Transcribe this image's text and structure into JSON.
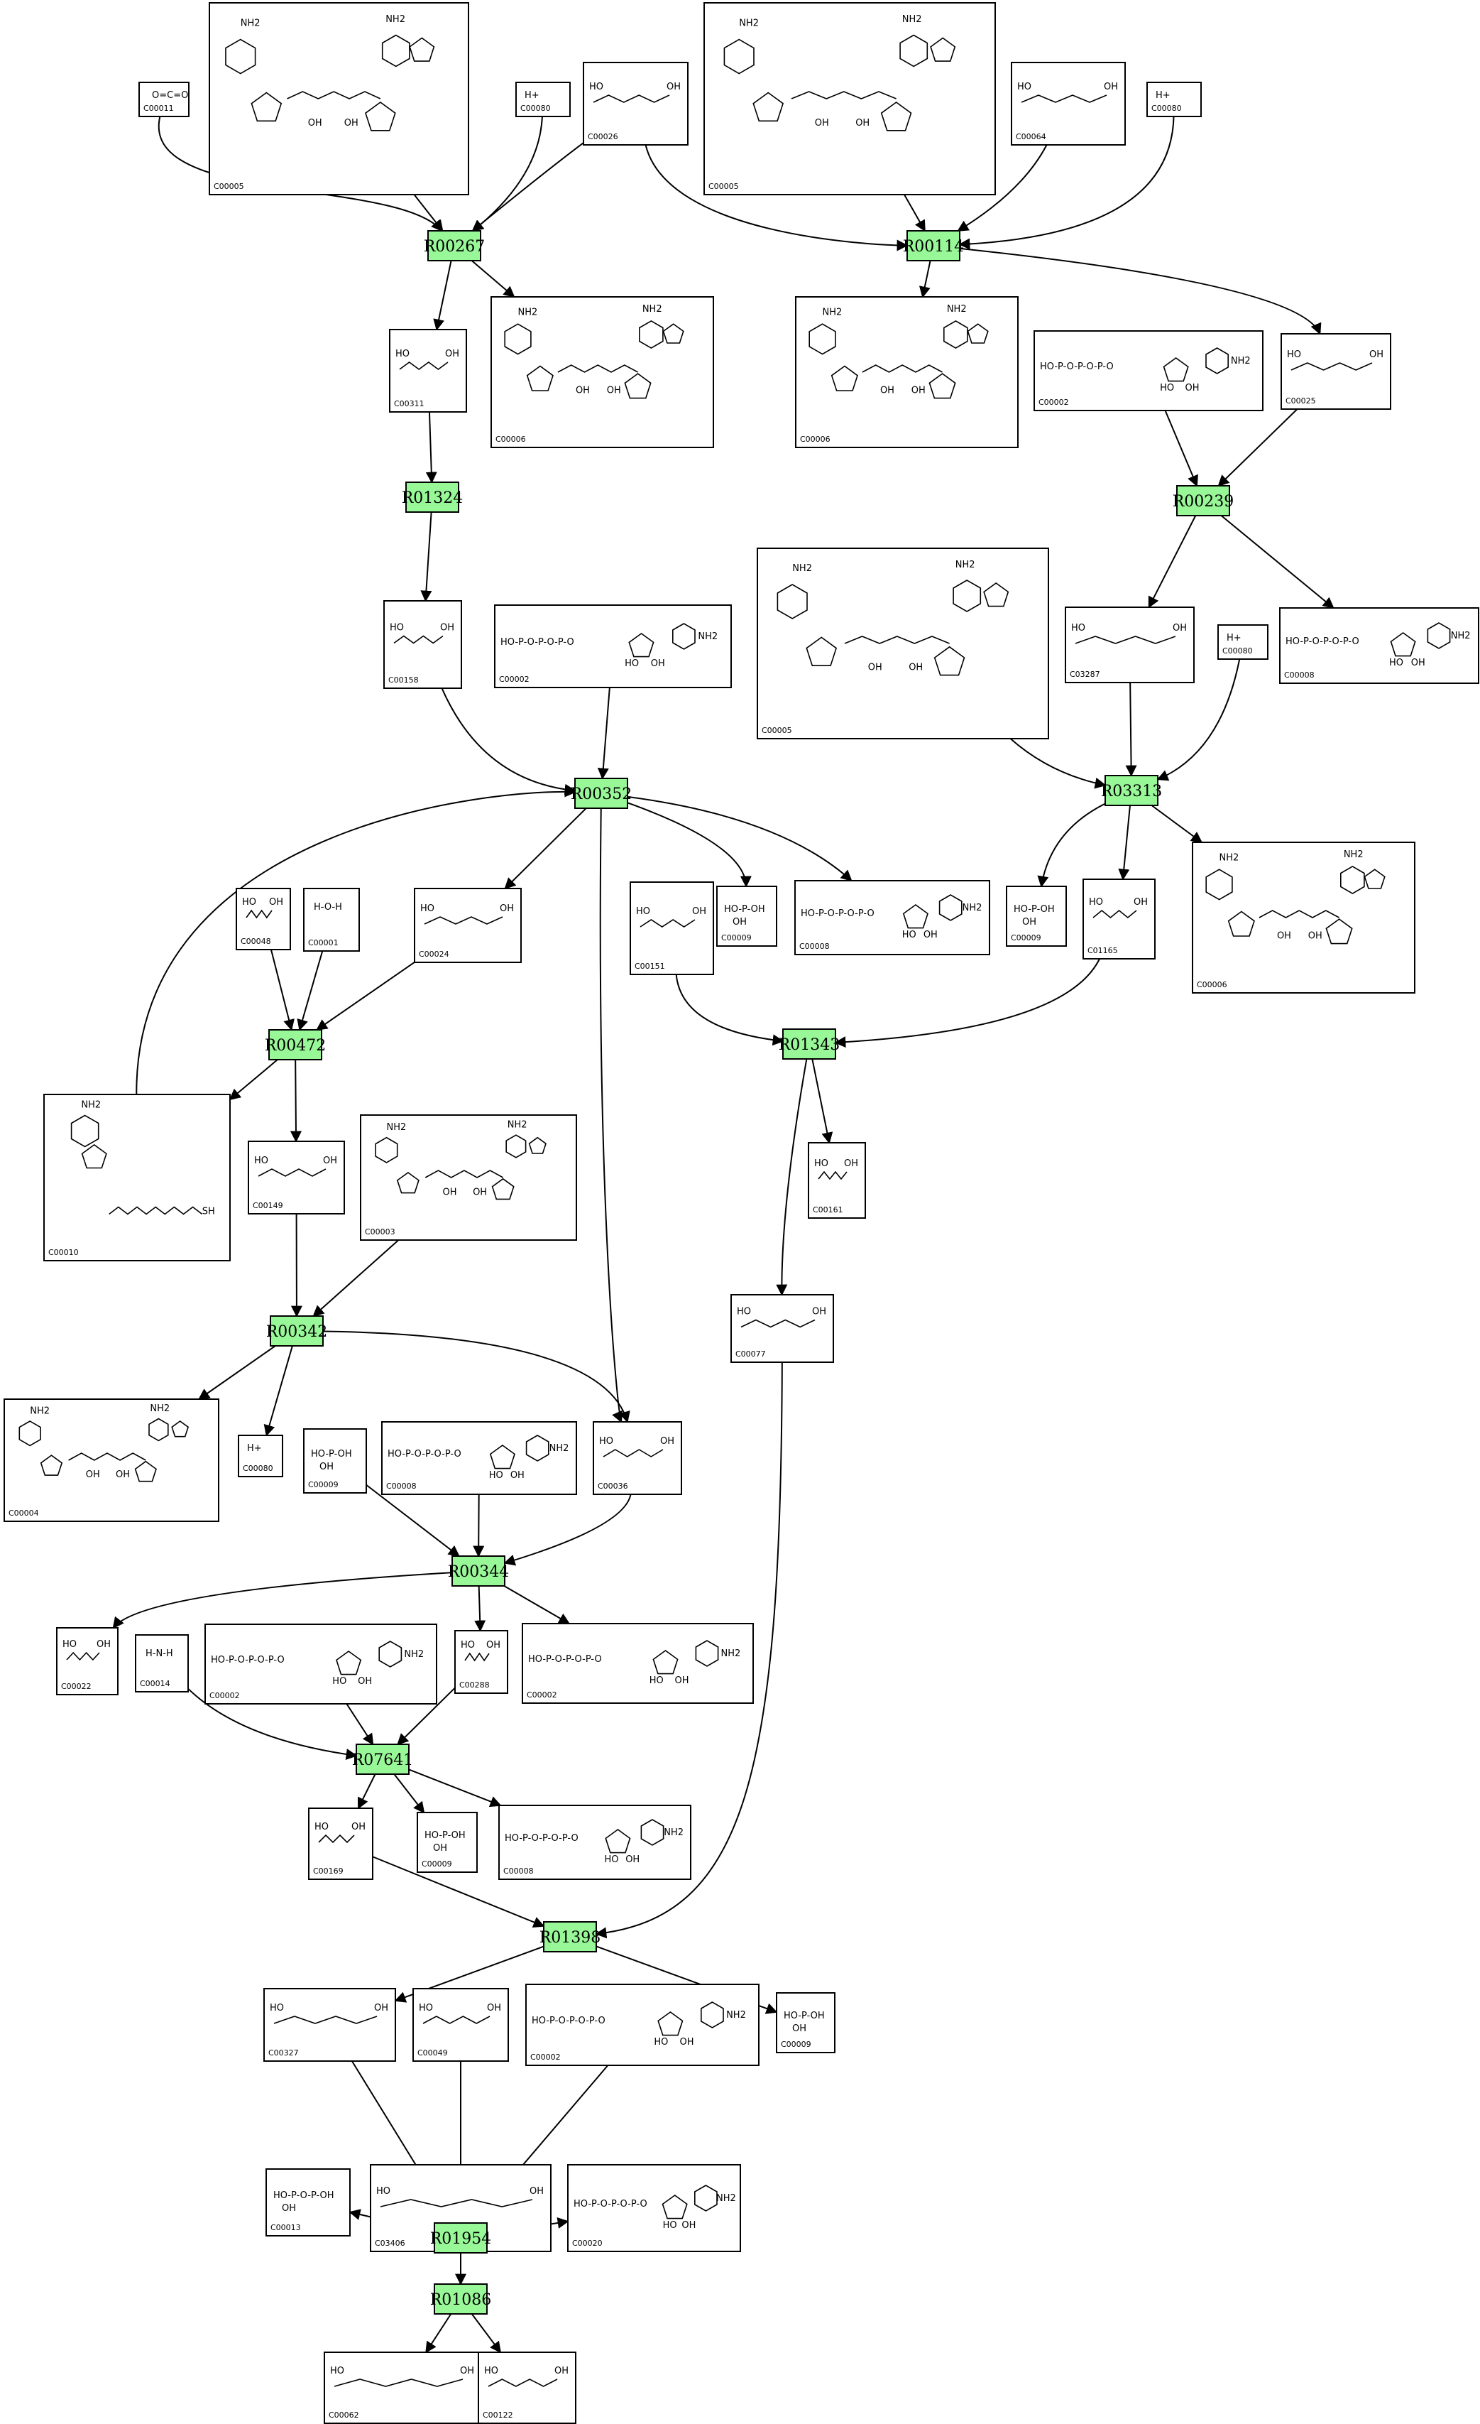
{
  "reactions": [
    {
      "id": "R00267"
    },
    {
      "id": "R00114"
    },
    {
      "id": "R01324"
    },
    {
      "id": "R00239"
    },
    {
      "id": "R00352"
    },
    {
      "id": "R03313"
    },
    {
      "id": "R00472"
    },
    {
      "id": "R01343"
    },
    {
      "id": "R00342"
    },
    {
      "id": "R00344"
    },
    {
      "id": "R07641"
    },
    {
      "id": "R01398"
    },
    {
      "id": "R01954"
    },
    {
      "id": "R01086"
    }
  ],
  "compounds": [
    {
      "id": "C00011",
      "shape": "CO2"
    },
    {
      "id": "C00005",
      "shape": "NADPH"
    },
    {
      "id": "C00080",
      "shape": "H+"
    },
    {
      "id": "C00026",
      "shape": "2-oxoglutarate"
    },
    {
      "id": "C00005",
      "shape": "NADPH"
    },
    {
      "id": "C00064",
      "shape": "glutamine"
    },
    {
      "id": "C00080",
      "shape": "H+"
    },
    {
      "id": "C00311",
      "shape": "isocitrate"
    },
    {
      "id": "C00006",
      "shape": "NADP+"
    },
    {
      "id": "C00006",
      "shape": "NADP+"
    },
    {
      "id": "C00002",
      "shape": "ATP"
    },
    {
      "id": "C00025",
      "shape": "glutamate"
    },
    {
      "id": "C00158",
      "shape": "citrate"
    },
    {
      "id": "C00002",
      "shape": "ATP"
    },
    {
      "id": "C00005",
      "shape": "NADPH"
    },
    {
      "id": "C03287",
      "shape": "glutamyl-phosphate"
    },
    {
      "id": "C00080",
      "shape": "H+"
    },
    {
      "id": "C00008",
      "shape": "ADP"
    },
    {
      "id": "C00048",
      "shape": "glyoxylate"
    },
    {
      "id": "C00001",
      "shape": "water"
    },
    {
      "id": "C00024",
      "shape": "acetyl-CoA"
    },
    {
      "id": "C00151",
      "shape": "amino acid"
    },
    {
      "id": "C00009",
      "shape": "phosphate"
    },
    {
      "id": "C00008",
      "shape": "ADP"
    },
    {
      "id": "C00009",
      "shape": "phosphate"
    },
    {
      "id": "C01165",
      "shape": "glutamate semialdehyde"
    },
    {
      "id": "C00006",
      "shape": "NADP+"
    },
    {
      "id": "C00010",
      "shape": "CoA"
    },
    {
      "id": "C00149",
      "shape": "malate"
    },
    {
      "id": "C00003",
      "shape": "NAD+"
    },
    {
      "id": "C00161",
      "shape": "2-oxo acid"
    },
    {
      "id": "C00077",
      "shape": "ornithine"
    },
    {
      "id": "C00004",
      "shape": "NADH"
    },
    {
      "id": "C00080",
      "shape": "H+"
    },
    {
      "id": "C00009",
      "shape": "phosphate"
    },
    {
      "id": "C00008",
      "shape": "ADP"
    },
    {
      "id": "C00036",
      "shape": "oxaloacetate"
    },
    {
      "id": "C00022",
      "shape": "pyruvate"
    },
    {
      "id": "C00014",
      "shape": "ammonia"
    },
    {
      "id": "C00002",
      "shape": "ATP"
    },
    {
      "id": "C00288",
      "shape": "bicarbonate"
    },
    {
      "id": "C00002",
      "shape": "ATP"
    },
    {
      "id": "C00169",
      "shape": "carbamoyl phosphate"
    },
    {
      "id": "C00009",
      "shape": "phosphate"
    },
    {
      "id": "C00008",
      "shape": "ADP"
    },
    {
      "id": "C00327",
      "shape": "citrulline"
    },
    {
      "id": "C00049",
      "shape": "aspartate"
    },
    {
      "id": "C00002",
      "shape": "ATP"
    },
    {
      "id": "C00009",
      "shape": "phosphate"
    },
    {
      "id": "C00013",
      "shape": "diphosphate"
    },
    {
      "id": "C03406",
      "shape": "argininosuccinate"
    },
    {
      "id": "C00020",
      "shape": "AMP"
    },
    {
      "id": "C00062",
      "shape": "arginine"
    },
    {
      "id": "C00122",
      "shape": "fumarate"
    }
  ],
  "edges": [
    {
      "from": "C00011",
      "to": "R00267"
    },
    {
      "from": "C00005",
      "to": "R00267"
    },
    {
      "from": "C00080",
      "to": "R00267"
    },
    {
      "from": "C00026",
      "to": "R00267"
    },
    {
      "from": "R00267",
      "to": "C00311"
    },
    {
      "from": "R00267",
      "to": "C00006"
    },
    {
      "from": "C00026",
      "to": "R00114"
    },
    {
      "from": "C00005",
      "to": "R00114"
    },
    {
      "from": "C00064",
      "to": "R00114"
    },
    {
      "from": "C00080",
      "to": "R00114"
    },
    {
      "from": "R00114",
      "to": "C00006"
    },
    {
      "from": "R00114",
      "to": "C00025"
    },
    {
      "from": "C00311",
      "to": "R01324"
    },
    {
      "from": "R01324",
      "to": "C00158"
    },
    {
      "from": "C00002",
      "to": "R00239"
    },
    {
      "from": "C00025",
      "to": "R00239"
    },
    {
      "from": "R00239",
      "to": "C03287"
    },
    {
      "from": "R00239",
      "to": "C00008"
    },
    {
      "from": "C00158",
      "to": "R00352"
    },
    {
      "from": "C00002",
      "to": "R00352"
    },
    {
      "from": "C00010",
      "to": "R00352"
    },
    {
      "from": "R00352",
      "to": "C00024"
    },
    {
      "from": "R00352",
      "to": "C00009"
    },
    {
      "from": "R00352",
      "to": "C00008"
    },
    {
      "from": "R00352",
      "to": "C00036"
    },
    {
      "from": "C00005",
      "to": "R03313"
    },
    {
      "from": "C03287",
      "to": "R03313"
    },
    {
      "from": "C00080",
      "to": "R03313"
    },
    {
      "from": "R03313",
      "to": "C00009"
    },
    {
      "from": "R03313",
      "to": "C01165"
    },
    {
      "from": "R03313",
      "to": "C00006"
    },
    {
      "from": "C00048",
      "to": "R00472"
    },
    {
      "from": "C00001",
      "to": "R00472"
    },
    {
      "from": "C00024",
      "to": "R00472"
    },
    {
      "from": "R00472",
      "to": "C00010"
    },
    {
      "from": "R00472",
      "to": "C00149"
    },
    {
      "from": "C00151",
      "to": "R01343"
    },
    {
      "from": "C01165",
      "to": "R01343"
    },
    {
      "from": "R01343",
      "to": "C00161"
    },
    {
      "from": "R01343",
      "to": "C00077"
    },
    {
      "from": "C00149",
      "to": "R00342"
    },
    {
      "from": "C00003",
      "to": "R00342"
    },
    {
      "from": "R00342",
      "to": "C00004"
    },
    {
      "from": "R00342",
      "to": "C00080"
    },
    {
      "from": "R00342",
      "to": "C00036"
    },
    {
      "from": "C00009",
      "to": "R00344"
    },
    {
      "from": "C00008",
      "to": "R00344"
    },
    {
      "from": "C00036",
      "to": "R00344"
    },
    {
      "from": "R00344",
      "to": "C00022"
    },
    {
      "from": "R00344",
      "to": "C00288"
    },
    {
      "from": "R00344",
      "to": "C00002"
    },
    {
      "from": "C00014",
      "to": "R07641"
    },
    {
      "from": "C00002",
      "to": "R07641"
    },
    {
      "from": "C00288",
      "to": "R07641"
    },
    {
      "from": "R07641",
      "to": "C00169"
    },
    {
      "from": "R07641",
      "to": "C00009"
    },
    {
      "from": "R07641",
      "to": "C00008"
    },
    {
      "from": "C00169",
      "to": "R01398"
    },
    {
      "from": "C00077",
      "to": "R01398"
    },
    {
      "from": "R01398",
      "to": "C00327"
    },
    {
      "from": "R01398",
      "to": "C00009"
    },
    {
      "from": "C00327",
      "to": "R01954"
    },
    {
      "from": "C00049",
      "to": "R01954"
    },
    {
      "from": "C00002",
      "to": "R01954"
    },
    {
      "from": "R01954",
      "to": "C00013"
    },
    {
      "from": "R01954",
      "to": "C03406"
    },
    {
      "from": "R01954",
      "to": "C00020"
    },
    {
      "from": "C03406",
      "to": "R01086"
    },
    {
      "from": "R01086",
      "to": "C00062"
    },
    {
      "from": "R01086",
      "to": "C00122"
    }
  ],
  "colors": {
    "reaction_fill": "#98f898",
    "stroke": "#000000",
    "background": "#ffffff"
  }
}
